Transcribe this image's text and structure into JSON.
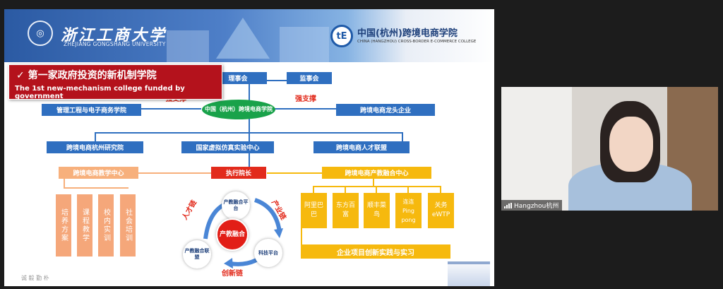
{
  "header": {
    "university_cn": "浙江工商大学",
    "university_en": "ZHEJIANG GONGSHANG UNIVERSITY",
    "college_cn": "中国(杭州)跨境电商学院",
    "college_en": "CHINA (HANGZHOU) CROSS-BORDER E-COMMERCE COLLEGE",
    "college_logo_text": "tE"
  },
  "callout": {
    "check": "✓",
    "title_cn": "第一家政府投资的新机制学院",
    "title_en": "The 1st new-mechanism college funded by government"
  },
  "diagram": {
    "board": "理事会",
    "supervisors": "监事会",
    "strong_support_left": "强支撑",
    "strong_support_right": "强支撑",
    "center": "中国（杭州）跨境电商学院",
    "left_partner": "管理工程与电子商务学院",
    "right_partner": "跨境电商龙头企业",
    "row2": [
      "跨境电商杭州研究院",
      "国家虚拟仿真实验中心",
      "跨境电商人才联盟"
    ],
    "teaching_center": "跨境电商教学中心",
    "executive_dean": "执行院长",
    "industry_center": "跨境电商产教融合中心",
    "teaching_items": [
      "培养方案",
      "课程教学",
      "校内实训",
      "社会培训"
    ],
    "industry_items": [
      "阿里巴巴",
      "东方百富",
      "顺丰菜鸟",
      "连连Ping pong",
      "关务eWTP"
    ],
    "innovation_bar": "企业项目创新实践与实习",
    "cycle_center": "产教融合",
    "cycle_top": "产教融合平台",
    "cycle_right": "科技平台",
    "cycle_left": "产教融合联盟",
    "chain_talent": "人才链",
    "chain_industry": "产业链",
    "chain_innovation": "创新链",
    "motto": "诚 毅 勤 朴"
  },
  "video": {
    "participant_name": "Hangzhou杭州"
  },
  "colors": {
    "blue": "#2f6fc0",
    "red": "#e22b1c",
    "orange": "#f7b07c",
    "yellow": "#f6b90e",
    "callout_red": "#b4121c"
  }
}
